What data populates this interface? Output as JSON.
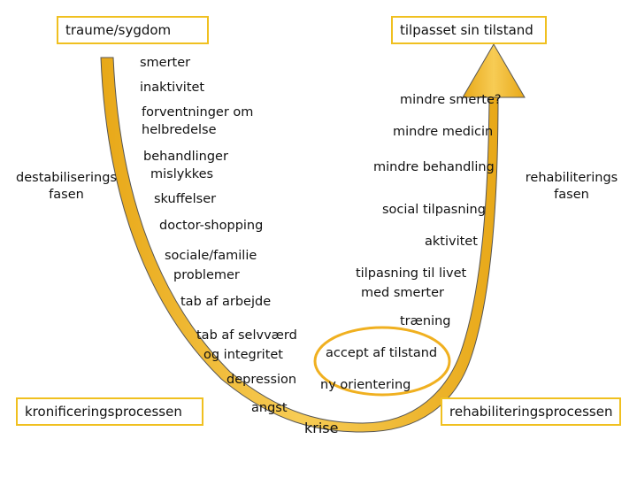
{
  "boxes": {
    "trauma": "traume/sygdom",
    "adapted": "tilpasset sin tilstand",
    "chronic": "kronificeringsprocessen",
    "rehab_process": "rehabiliteringsprocessen"
  },
  "phases": {
    "destab_line1": "destabiliserings",
    "destab_line2": "fasen",
    "rehab_line1": "rehabiliterings",
    "rehab_line2": "fasen"
  },
  "left_labels": [
    "smerter",
    "inaktivitet",
    "forventninger om",
    "helbredelse",
    "behandlinger",
    "mislykkes",
    "skuffelser",
    "doctor-shopping",
    "sociale/familie",
    "problemer",
    "tab af arbejde",
    "tab af selvværd",
    "og integritet",
    "depression",
    "angst"
  ],
  "right_labels": [
    "mindre smerte?",
    "mindre medicin",
    "mindre behandling",
    "social tilpasning",
    "aktivitet",
    "tilpasning til livet",
    "med smerter",
    "træning",
    "accept af tilstand",
    "ny orientering"
  ],
  "bottom": {
    "krise": "krise"
  },
  "colors": {
    "curve": "#f0b020",
    "curve_light": "#f8d060",
    "outline": "#333333",
    "box_border": "#f0c020",
    "ellipse": "#f0b020"
  }
}
